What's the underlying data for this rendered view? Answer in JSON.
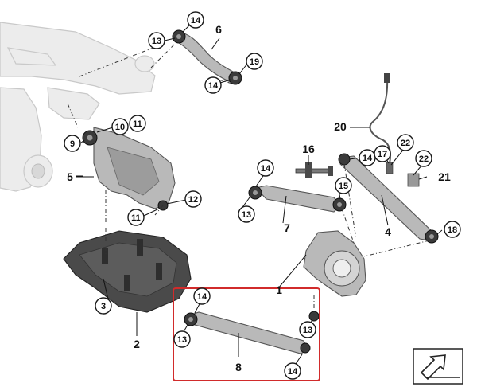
{
  "diagram": {
    "highlight_color": "#d12b2b",
    "callouts": [
      {
        "id": "c14a",
        "text": "14"
      },
      {
        "id": "c13a",
        "text": "13"
      },
      {
        "id": "c19",
        "text": "19"
      },
      {
        "id": "c14b",
        "text": "14"
      },
      {
        "id": "c9",
        "text": "9"
      },
      {
        "id": "c10",
        "text": "10"
      },
      {
        "id": "c11a",
        "text": "11"
      },
      {
        "id": "c12",
        "text": "12"
      },
      {
        "id": "c11b",
        "text": "11"
      },
      {
        "id": "c3",
        "text": "3"
      },
      {
        "id": "c14c",
        "text": "14"
      },
      {
        "id": "c13b",
        "text": "13"
      },
      {
        "id": "c15",
        "text": "15"
      },
      {
        "id": "c14d",
        "text": "14"
      },
      {
        "id": "c17",
        "text": "17"
      },
      {
        "id": "c22a",
        "text": "22"
      },
      {
        "id": "c22b",
        "text": "22"
      },
      {
        "id": "c18",
        "text": "18"
      },
      {
        "id": "c14e",
        "text": "14"
      },
      {
        "id": "c13c",
        "text": "13"
      },
      {
        "id": "c13d",
        "text": "13"
      },
      {
        "id": "c14f",
        "text": "14"
      }
    ],
    "labels": [
      {
        "id": "l6",
        "text": "6"
      },
      {
        "id": "l5",
        "text": "5"
      },
      {
        "id": "l20",
        "text": "20"
      },
      {
        "id": "l16",
        "text": "16"
      },
      {
        "id": "l21",
        "text": "21"
      },
      {
        "id": "l7",
        "text": "7"
      },
      {
        "id": "l4",
        "text": "4"
      },
      {
        "id": "l1",
        "text": "1"
      },
      {
        "id": "l2",
        "text": "2"
      },
      {
        "id": "l8",
        "text": "8"
      }
    ]
  }
}
